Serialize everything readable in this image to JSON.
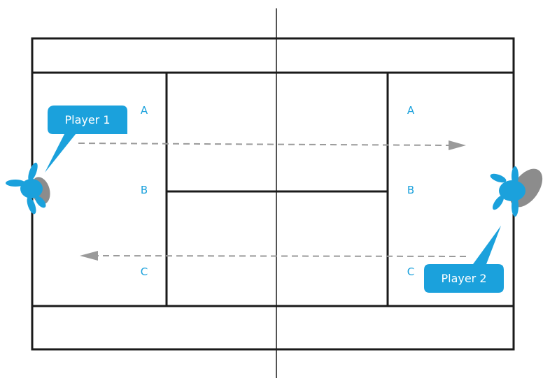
{
  "players": [
    {
      "id": "player1",
      "label": "Player 1"
    },
    {
      "id": "player2",
      "label": "Player 2"
    }
  ],
  "left_positions": [
    "A",
    "B",
    "C"
  ],
  "right_positions": [
    "A",
    "B",
    "C"
  ],
  "colors": {
    "accent": "#1ba1dc",
    "court_line": "#1a1a1a",
    "arrow": "#9a9a9a",
    "shadow": "#8c8c8c",
    "label_text": "#1ba1dc",
    "callout_text": "#ffffff"
  },
  "icons": [
    "player-figure-icon",
    "arrow-right-icon",
    "arrow-left-icon"
  ]
}
